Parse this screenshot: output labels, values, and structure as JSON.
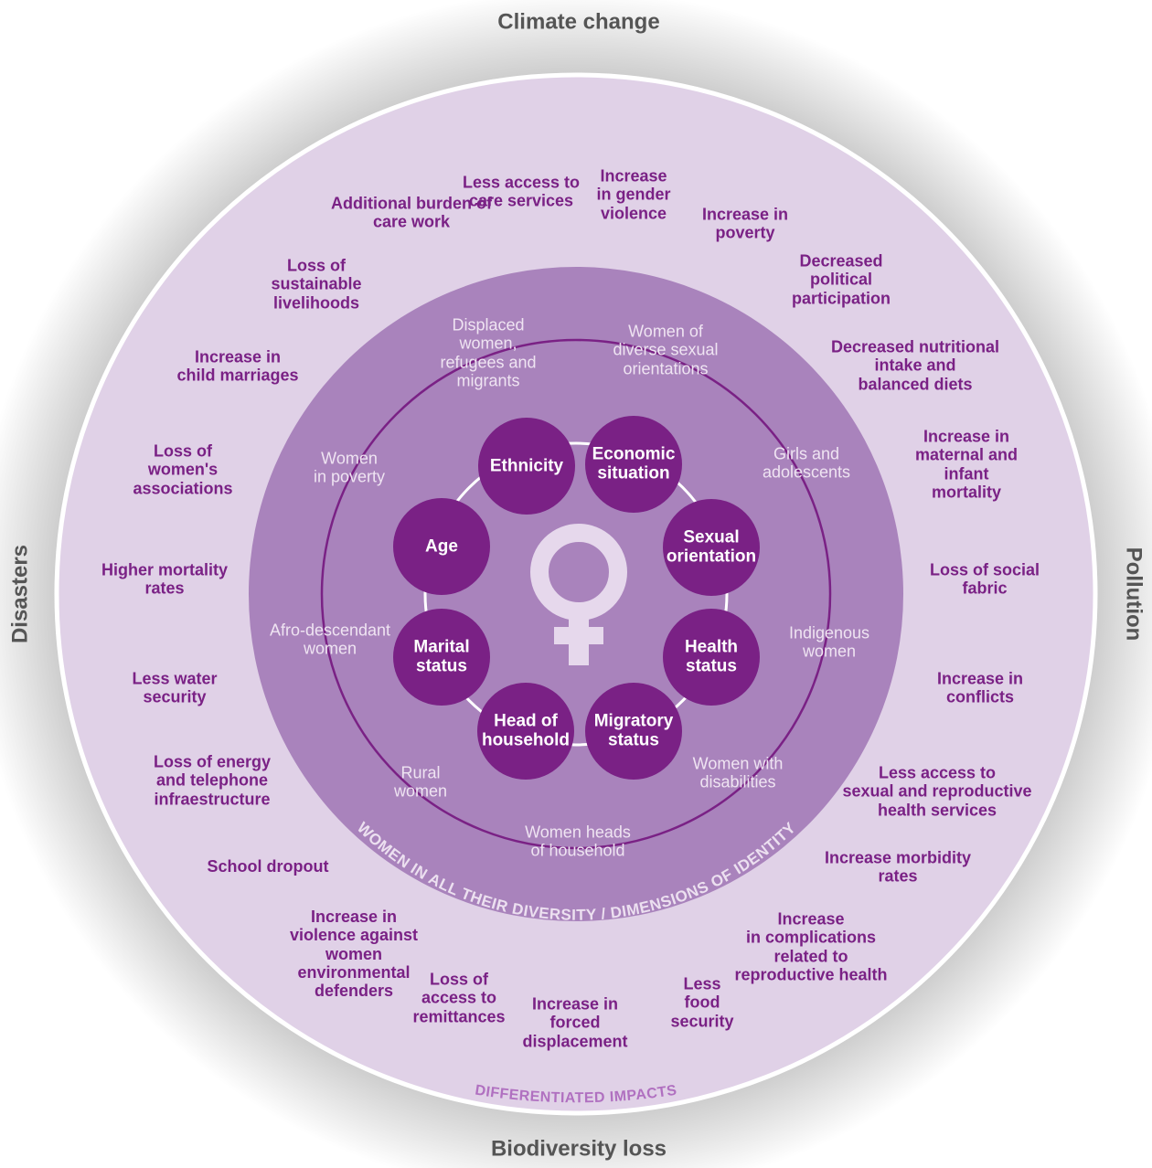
{
  "hazards": {
    "top": "Climate change",
    "left": "Disasters",
    "right": "Pollution",
    "bottom": "Biodiversity loss"
  },
  "outer_ring_label": "DIFFERENTIATED IMPACTS",
  "middle_ring_label": "WOMEN IN ALL THEIR DIVERSITY / DIMENSIONS OF IDENTITY",
  "center_symbol": "female-symbol-icon",
  "impacts": [
    "Additional burden of care work",
    "Less access to care services",
    "Increase in gender violence",
    "Increase in poverty",
    "Decreased political participation",
    "Decreased nutritional intake and balanced diets",
    "Increase in maternal and infant mortality",
    "Loss of social fabric",
    "Increase in conflicts",
    "Less access to sexual and reproductive health services",
    "Increase morbidity rates",
    "Increase in complications related to reproductive health",
    "Less food security",
    "Increase in forced displacement",
    "Loss of access to remittances",
    "Increase in violence against women environmental defenders",
    "School dropout",
    "Loss of energy and telephone infraestructure",
    "Less water security",
    "Higher mortality rates",
    "Loss of women's associations",
    "Increase in child marriages",
    "Loss of sustainable livelihoods"
  ],
  "groups": [
    "Displaced women, refugees and migrants",
    "Women of diverse sexual orientations",
    "Girls and adolescents",
    "Indigenous women",
    "Women with disabilities",
    "Women heads of household",
    "Rural women",
    "Afro-descendant women",
    "Women in poverty"
  ],
  "dimensions": [
    "Ethnicity",
    "Economic situation",
    "Sexual orientation",
    "Health status",
    "Migratory status",
    "Head of household",
    "Marital status",
    "Age"
  ],
  "colors": {
    "outer_ring": "#e0d1e7",
    "middle_ring": "#a983bc",
    "dimension_circle": "#7a2185",
    "impact_text": "#7a2185",
    "symbol": "#e6d8ec"
  }
}
